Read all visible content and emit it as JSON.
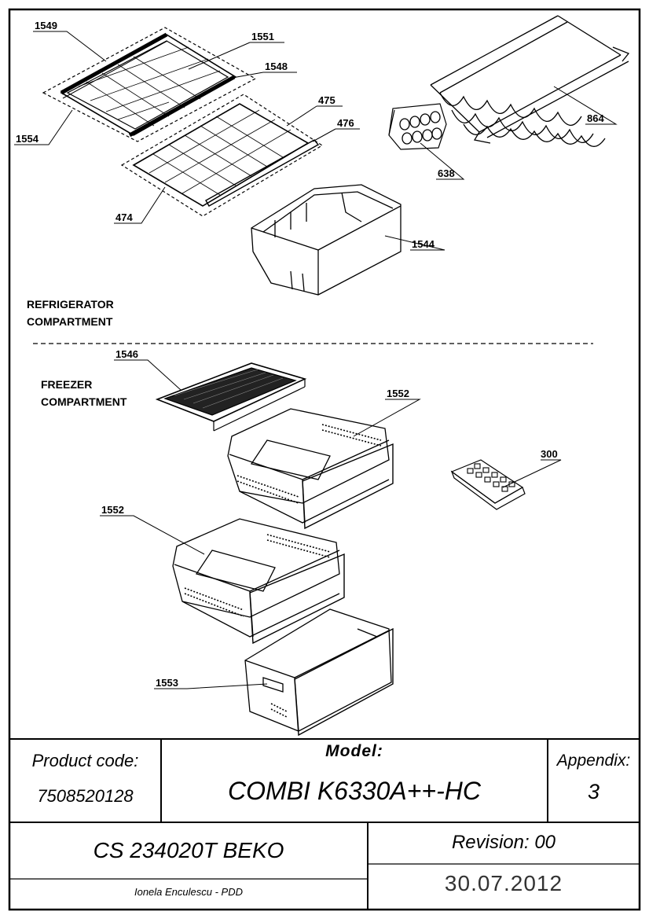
{
  "callouts": {
    "c1549": "1549",
    "c1551": "1551",
    "c1548": "1548",
    "c475": "475",
    "c476": "476",
    "c1554": "1554",
    "c474": "474",
    "c638": "638",
    "c864": "864",
    "c1544": "1544",
    "c1546": "1546",
    "c1552a": "1552",
    "c300": "300",
    "c1552b": "1552",
    "c1553": "1553"
  },
  "sections": {
    "refrigerator_line1": "REFRIGERATOR",
    "refrigerator_line2": "COMPARTMENT",
    "freezer_line1": "FREEZER",
    "freezer_line2": "COMPARTMENT"
  },
  "title_block": {
    "product_code_label": "Product code:",
    "product_code_value": "7508520128",
    "model_label": "Model:",
    "model_value": "COMBI K6330A++-HC",
    "appendix_label": "Appendix:",
    "appendix_value": "3",
    "document_number": "CS 234020T BEKO",
    "revision": "Revision: 00",
    "author": "Ionela Enculescu - PDD",
    "date": "30.07.2012"
  }
}
